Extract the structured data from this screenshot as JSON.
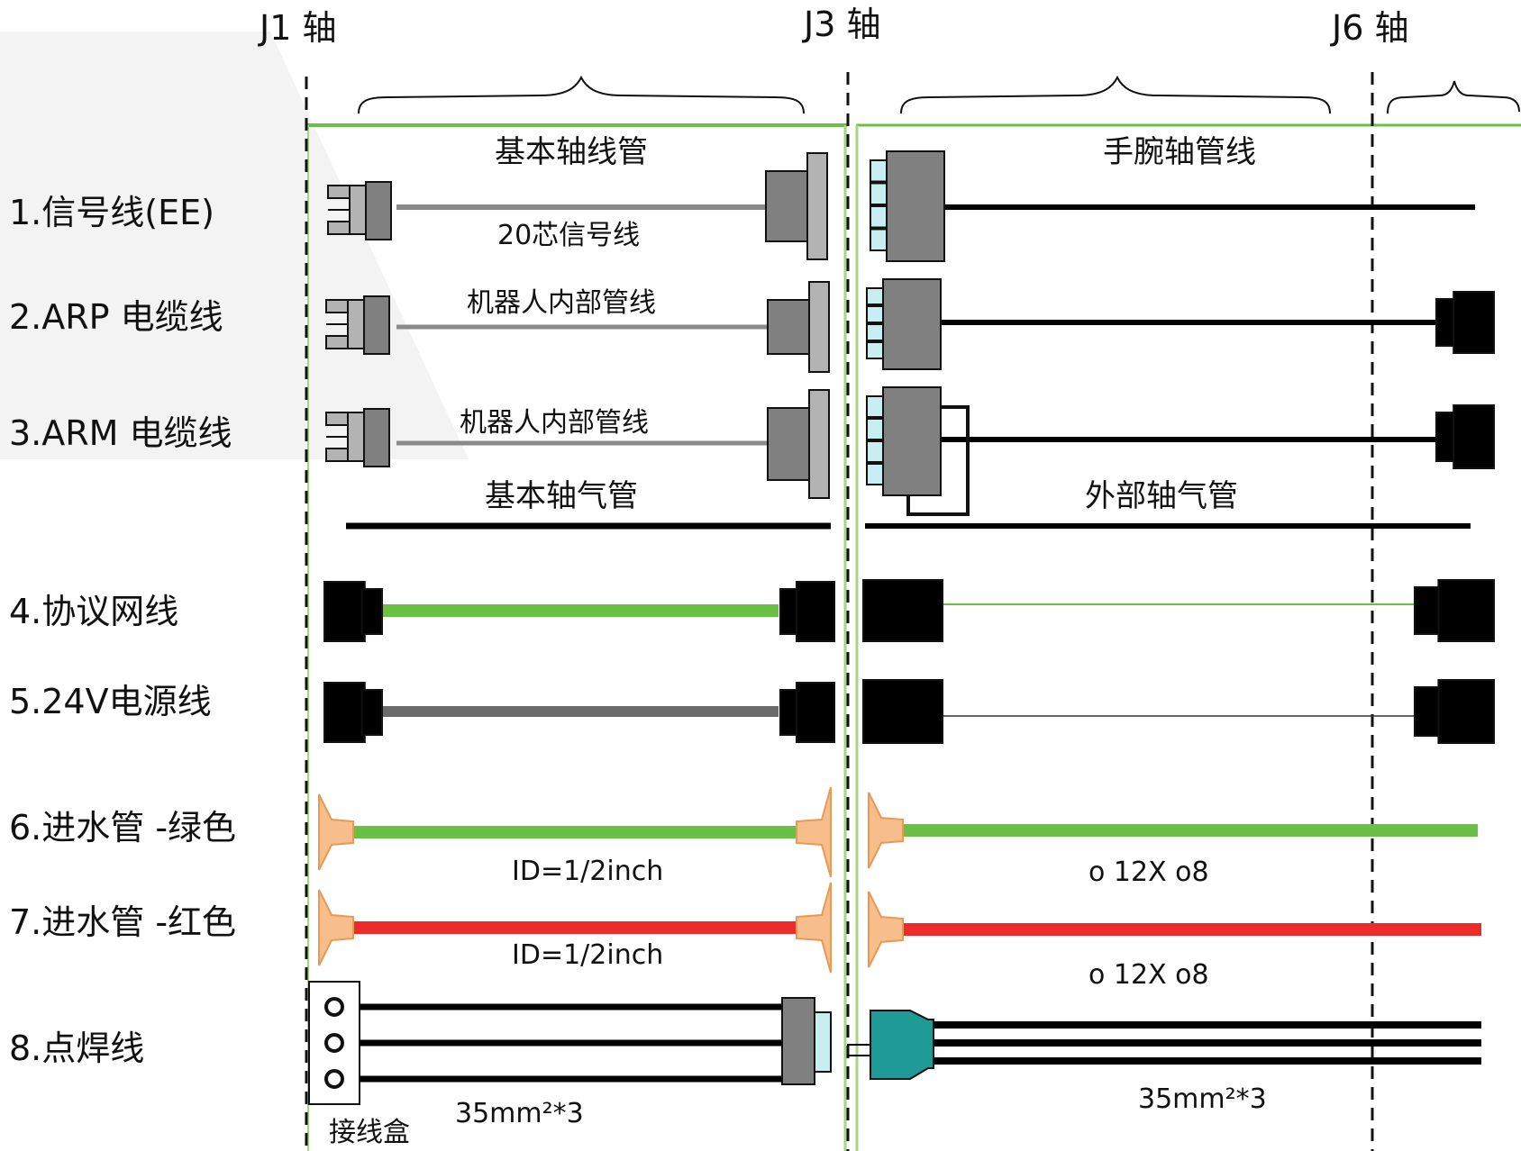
{
  "axes": {
    "j1": "J1 轴",
    "j3": "J3 轴",
    "j6": "J6 轴"
  },
  "sections": {
    "base_pipe": "基本轴线管",
    "wrist_pipe": "手腕轴管线",
    "base_air": "基本轴气管",
    "external_air": "外部轴气管"
  },
  "rows": [
    {
      "label": "1.信号线(EE)"
    },
    {
      "label": "2.ARP 电缆线"
    },
    {
      "label": "3.ARM 电缆线"
    },
    {
      "label": "4.协议网线"
    },
    {
      "label": "5.24V电源线"
    },
    {
      "label": "6.进水管 -绿色"
    },
    {
      "label": "7.进水管 -红色"
    },
    {
      "label": "8.点焊线"
    }
  ],
  "captions": {
    "signal_20": "20芯信号线",
    "internal_1": "机器人内部管线",
    "internal_2": "机器人内部管线",
    "id_1": "ID=1/2inch",
    "id_2": "ID=1/2inch",
    "o12_1": "o 12X o8",
    "o12_2": "o 12X o8",
    "wire_left": "35mm²*3",
    "wire_right": "35mm²*3",
    "junction_box": "接线盒"
  },
  "colors": {
    "green": "#6abf45",
    "red": "#ee2b2b",
    "gray_cable": "#8a8a8a",
    "connector_gray": "#808080",
    "connector_light": "#b3b3b3",
    "pin_blue": "#c9eef2",
    "teal_connector": "#1f9a96",
    "funnel_orange": "#f7bd8a",
    "black": "#000000"
  }
}
